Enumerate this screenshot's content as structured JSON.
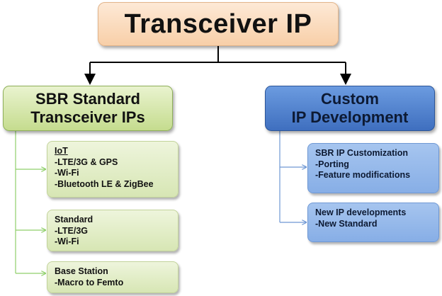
{
  "root": {
    "title": "Transceiver IP"
  },
  "left": {
    "title_line1": "SBR Standard",
    "title_line2": "Transceiver IPs",
    "groups": [
      {
        "heading": "IoT",
        "items": [
          "-LTE/3G  &  GPS",
          "-Wi-Fi",
          "-Bluetooth LE & ZigBee"
        ]
      },
      {
        "heading": "Standard",
        "items": [
          "-LTE/3G",
          "-Wi-Fi"
        ]
      },
      {
        "heading": "Base Station",
        "items": [
          "-Macro  to Femto"
        ]
      }
    ]
  },
  "right": {
    "title_line1": "Custom",
    "title_line2": "IP Development",
    "groups": [
      {
        "heading": "SBR IP Customization",
        "items": [
          "-Porting",
          "-Feature modifications"
        ]
      },
      {
        "heading": "New IP developments",
        "items": [
          "-New Standard"
        ]
      }
    ]
  },
  "colors": {
    "root_fill": "#f8cfa8",
    "left_fill": "#c5dc8e",
    "right_fill": "#3f6fbf",
    "left_connector": "#8fcf6a",
    "right_connector": "#6f98d4",
    "main_connector": "#000000"
  }
}
